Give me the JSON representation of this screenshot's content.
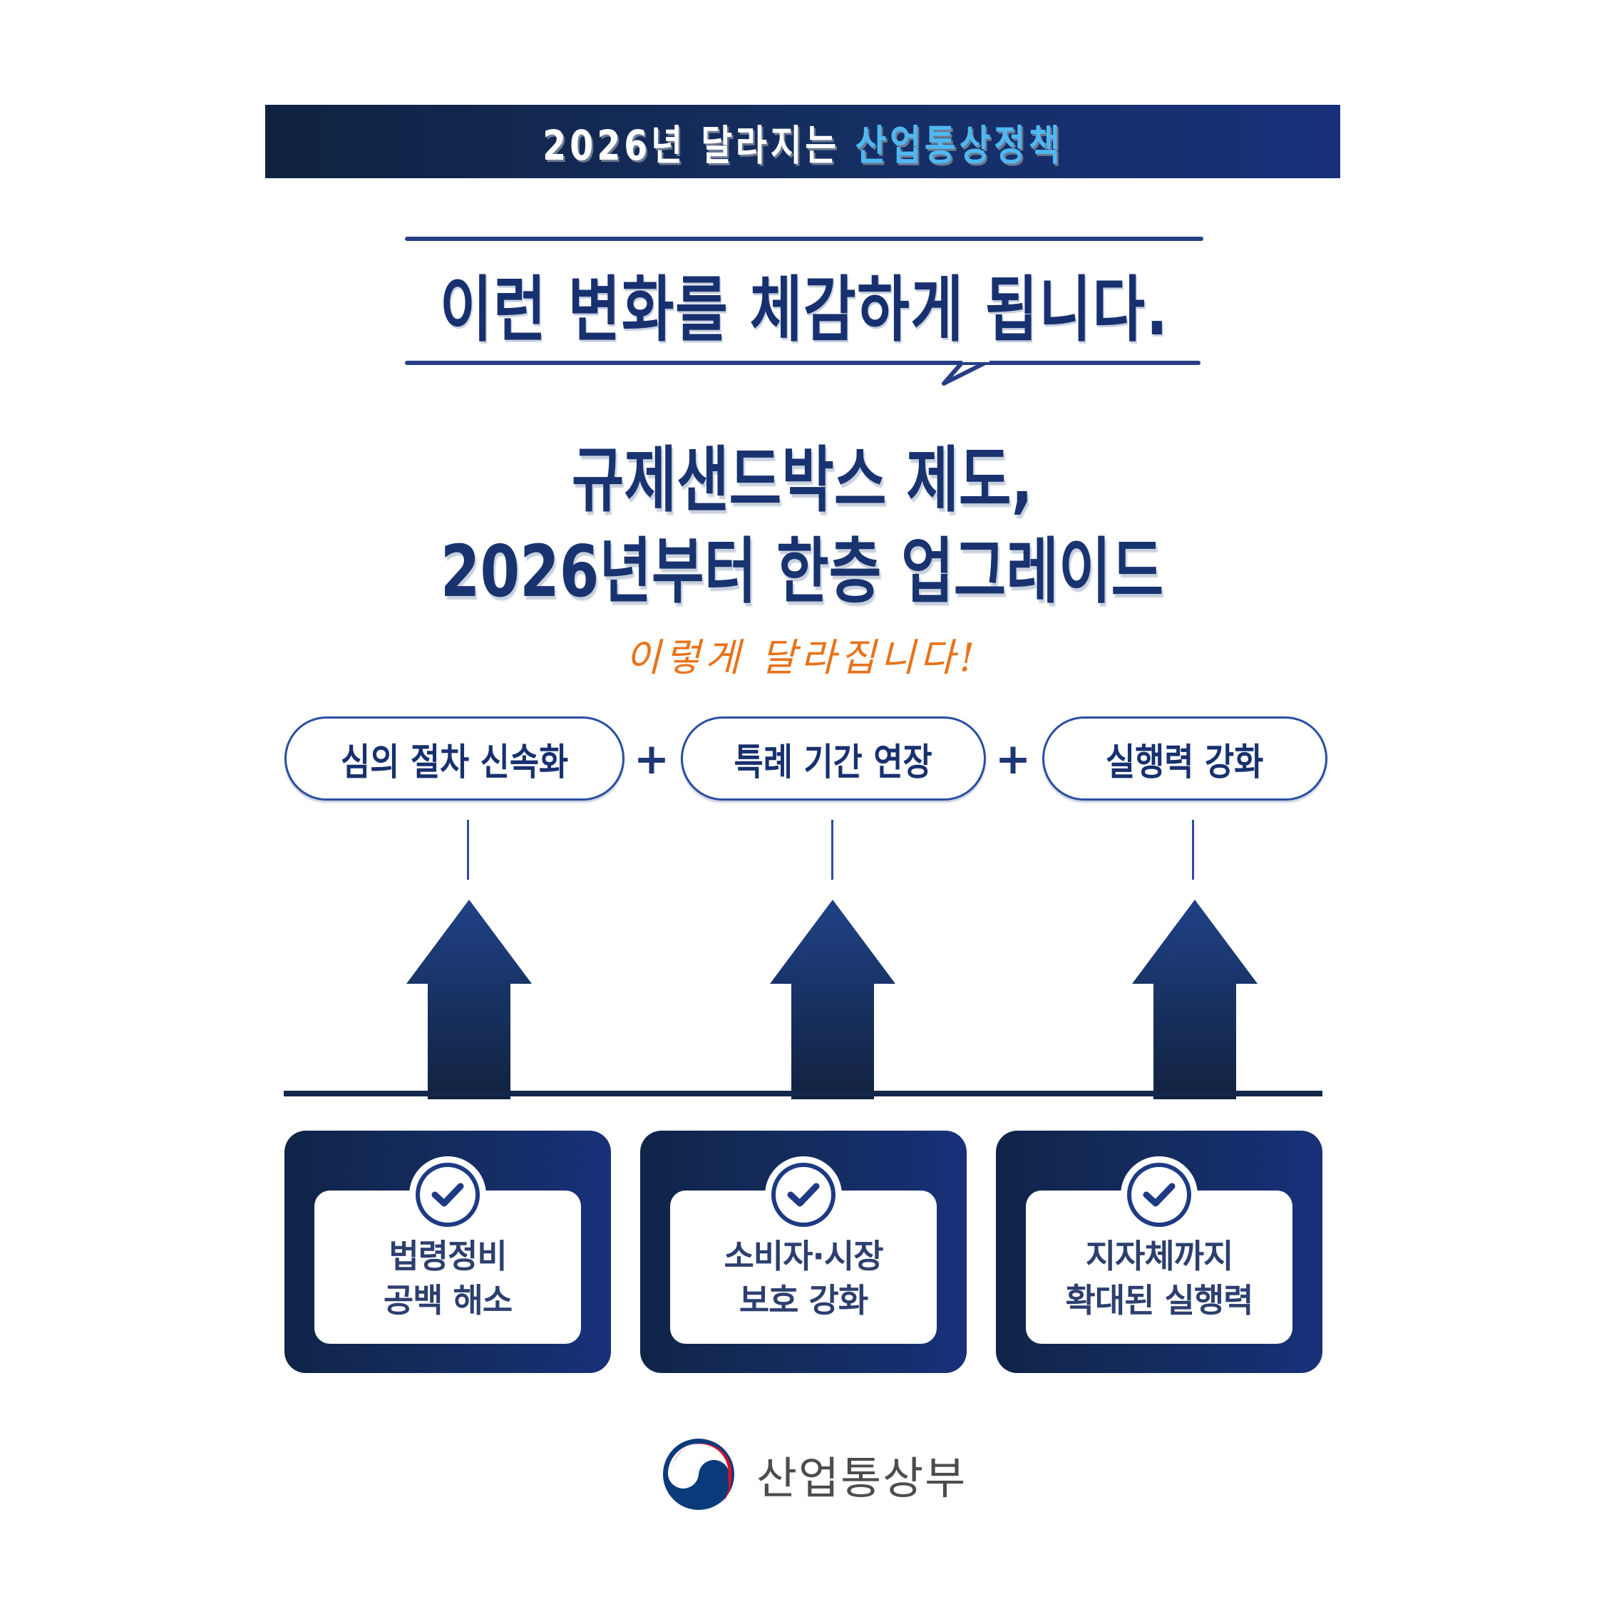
{
  "banner": {
    "prefix": "2026년 달라지는 ",
    "accent": "산업통상정책",
    "accent_color": "#4fb8f0",
    "background_from": "#0f2240",
    "background_to": "#17307a"
  },
  "heading": {
    "text": "이런 변화를 체감하게 됩니다."
  },
  "title": {
    "line1": "규제샌드박스 제도,",
    "line2": "2026년부터 한층 업그레이드",
    "color": "#18336f"
  },
  "subtitle": {
    "text": "이렇게 달라집니다!",
    "color": "#e8731a"
  },
  "pills": [
    {
      "label": "심의 절차 신속화"
    },
    {
      "label": "특례 기간 연장"
    },
    {
      "label": "실행력 강화"
    }
  ],
  "plus_sign": "+",
  "cards": [
    {
      "icon": "check-circle-icon",
      "line1": "법령정비",
      "line2": "공백 해소"
    },
    {
      "icon": "check-circle-icon",
      "line1": "소비자·시장",
      "line2": "보호 강화"
    },
    {
      "icon": "check-circle-icon",
      "line1": "지자체까지",
      "line2": "확대된 실행력"
    }
  ],
  "footer": {
    "logo_icon": "taegeuk-emblem-icon",
    "ministry_name": "산업통상부",
    "emblem_colors": {
      "blue": "#0b3a7a",
      "red": "#d3112e"
    }
  }
}
